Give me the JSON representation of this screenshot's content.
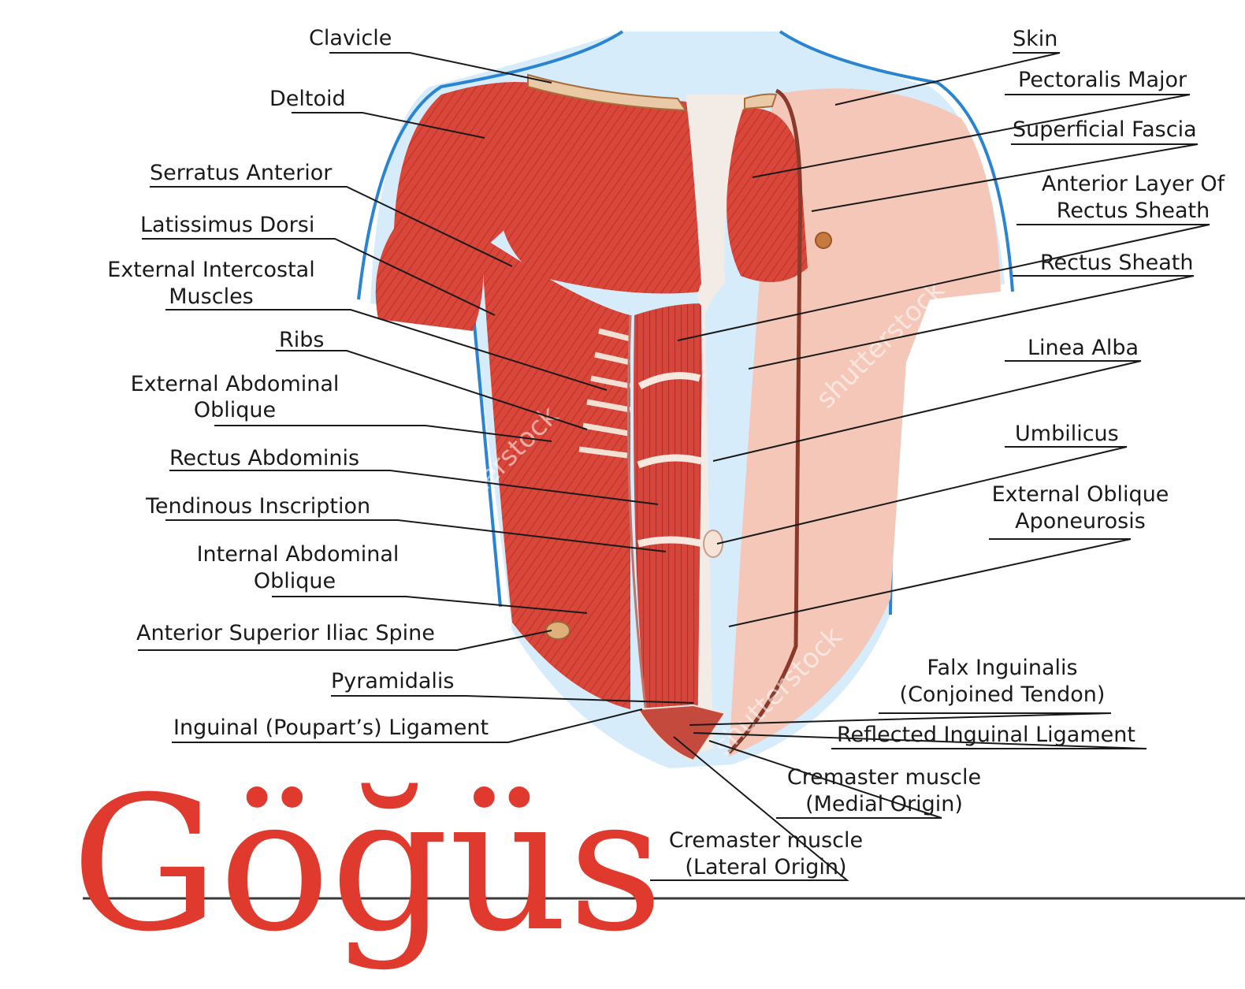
{
  "title": "Göğüs",
  "watermark": "shutterstock",
  "colors": {
    "title": "#e03a2e",
    "muscle": "#d9463a",
    "skin": "#f4c7b8",
    "tendon": "#f3ece6",
    "halo": "#d6ecfb",
    "outline": "#2a84d2"
  },
  "labels": {
    "clavicle": "Clavicle",
    "deltoid": "Deltoid",
    "serratus_anterior": "Serratus Anterior",
    "latissimus_dorsi": "Latissimus Dorsi",
    "external_intercostal": [
      "External Intercostal",
      "Muscles"
    ],
    "ribs": "Ribs",
    "external_abdominal_oblique": [
      "External Abdominal",
      "Oblique"
    ],
    "rectus_abdominis": "Rectus Abdominis",
    "tendinous_inscription": "Tendinous Inscription",
    "internal_abdominal_oblique": [
      "Internal Abdominal",
      "Oblique"
    ],
    "anterior_superior_iliac_spine": "Anterior Superior Iliac Spine",
    "pyramidalis": "Pyramidalis",
    "inguinal_ligament": "Inguinal (Poupart’s) Ligament",
    "skin": "Skin",
    "pectoralis_major": "Pectoralis Major",
    "superficial_fascia": "Superficial Fascia",
    "anterior_layer_rectus_sheath": [
      "Anterior Layer Of",
      "Rectus Sheath"
    ],
    "rectus_sheath": "Rectus Sheath",
    "linea_alba": "Linea Alba",
    "umbilicus": "Umbilicus",
    "external_oblique_aponeurosis": [
      "External Oblique",
      "Aponeurosis"
    ],
    "falx_inguinalis": [
      "Falx Inguinalis",
      "(Conjoined Tendon)"
    ],
    "reflected_inguinal_ligament": "Reflected Inguinal Ligament",
    "cremaster_medial": [
      "Cremaster muscle",
      "(Medial Origin)"
    ],
    "cremaster_lateral": [
      "Cremaster muscle",
      "(Lateral Origin)"
    ]
  }
}
